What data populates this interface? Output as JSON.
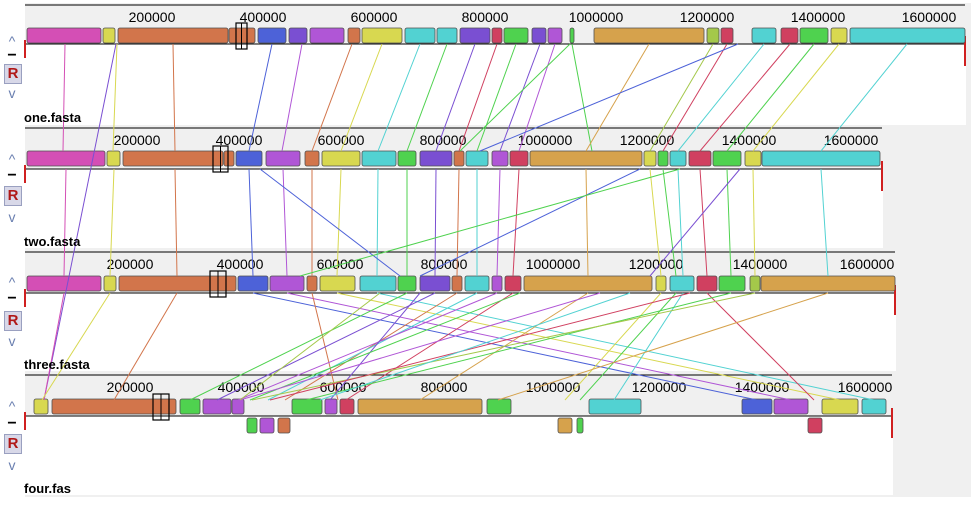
{
  "ticks": [
    "200000",
    "400000",
    "600000",
    "800000",
    "1000000",
    "1200000",
    "1400000",
    "1600000"
  ],
  "track_labels": [
    "one.fasta",
    "two.fasta",
    "three.fasta",
    "four.fas"
  ],
  "controls": {
    "up": "^",
    "minus": "−",
    "reverse": "R",
    "down": "v"
  },
  "colors": {
    "pink": "#d44fb5",
    "yellow": "#d8d850",
    "orange": "#d2754b",
    "blue": "#4d62d8",
    "violet": "#b056d6",
    "cyan": "#52d2d2",
    "green": "#4fd24f",
    "tan": "#d6a24c",
    "red": "#d04060",
    "purple": "#7a4fd2",
    "olive": "#a4c84a",
    "lime": "#96d64e"
  }
}
